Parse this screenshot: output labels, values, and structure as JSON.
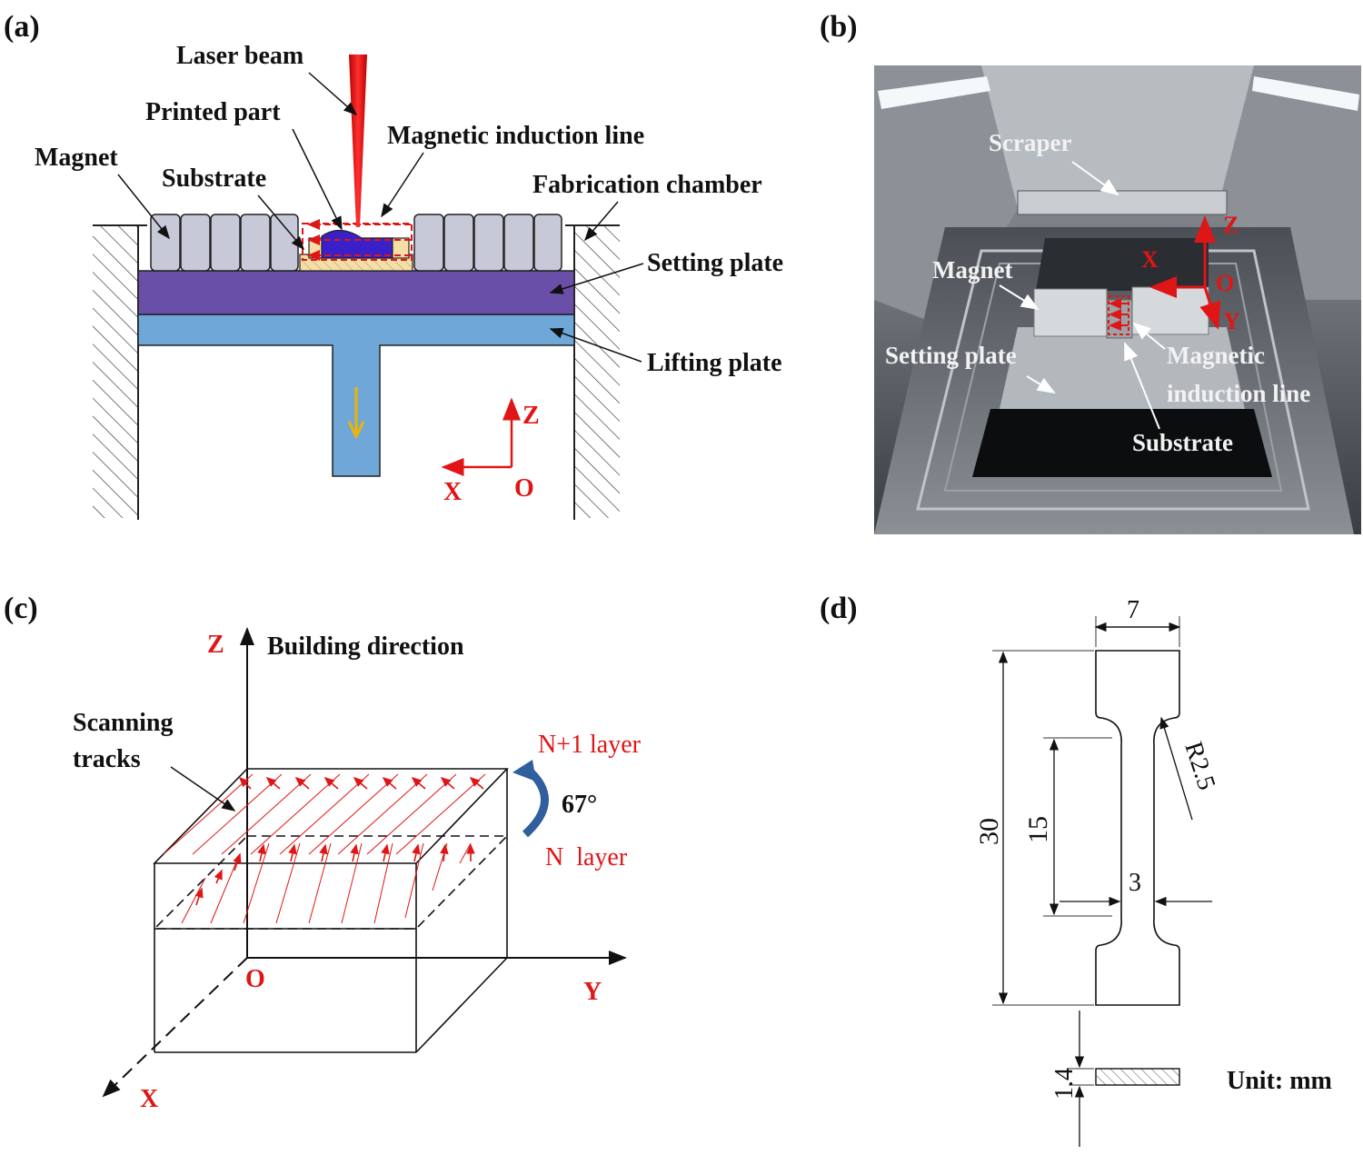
{
  "panels": {
    "a": {
      "tag": "(a)",
      "laser_beam": "Laser beam",
      "printed_part": "Printed part",
      "magnetic_induction_line": "Magnetic induction line",
      "magnet": "Magnet",
      "substrate": "Substrate",
      "fabrication_chamber": "Fabrication chamber",
      "setting_plate": "Setting plate",
      "lifting_plate": "Lifting plate",
      "axis_z": "Z",
      "axis_x": "X",
      "axis_o": "O"
    },
    "b": {
      "tag": "(b)",
      "scraper": "Scraper",
      "magnet": "Magnet",
      "setting_plate": "Setting plate",
      "magnetic_line_1": "Magnetic",
      "magnetic_line_2": "induction line",
      "substrate": "Substrate",
      "axis_z": "Z",
      "axis_x": "X",
      "axis_o": "O",
      "axis_y": "Y"
    },
    "c": {
      "tag": "(c)",
      "axis_z": "Z",
      "building_direction": "Building direction",
      "scanning_tracks_1": "Scanning",
      "scanning_tracks_2": "tracks",
      "n1_layer": "N+1 layer",
      "angle": "67°",
      "n_layer": "N  layer",
      "axis_o": "O",
      "axis_y": "Y",
      "axis_x": "X"
    },
    "d": {
      "tag": "(d)",
      "dim_width": "7",
      "dim_total": "30",
      "dim_gauge": "15",
      "dim_radius": "R2.5",
      "dim_gauge_width": "3",
      "dim_thickness": "1.4",
      "unit": "Unit: mm"
    }
  },
  "colors": {
    "setting_plate": "#6a4fa8",
    "lifting_plate": "#6fa8d8",
    "magnet": "#c8c9d8",
    "annotation_red": "#e01515",
    "rotation_arrow": "#2f5f9e"
  }
}
